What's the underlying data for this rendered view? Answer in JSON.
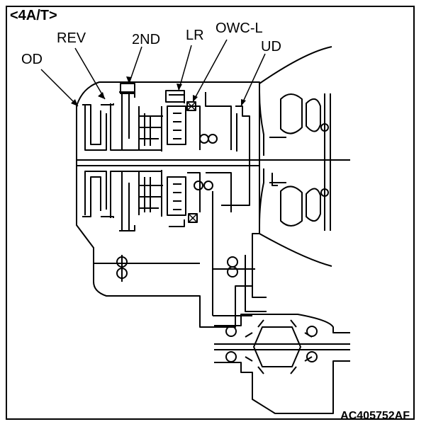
{
  "title": "<4A/T>",
  "labels": {
    "od": "OD",
    "rev": "REV",
    "second": "2ND",
    "lr": "LR",
    "owc_l": "OWC-L",
    "ud": "UD"
  },
  "figure_code": "AC405752AF"
}
